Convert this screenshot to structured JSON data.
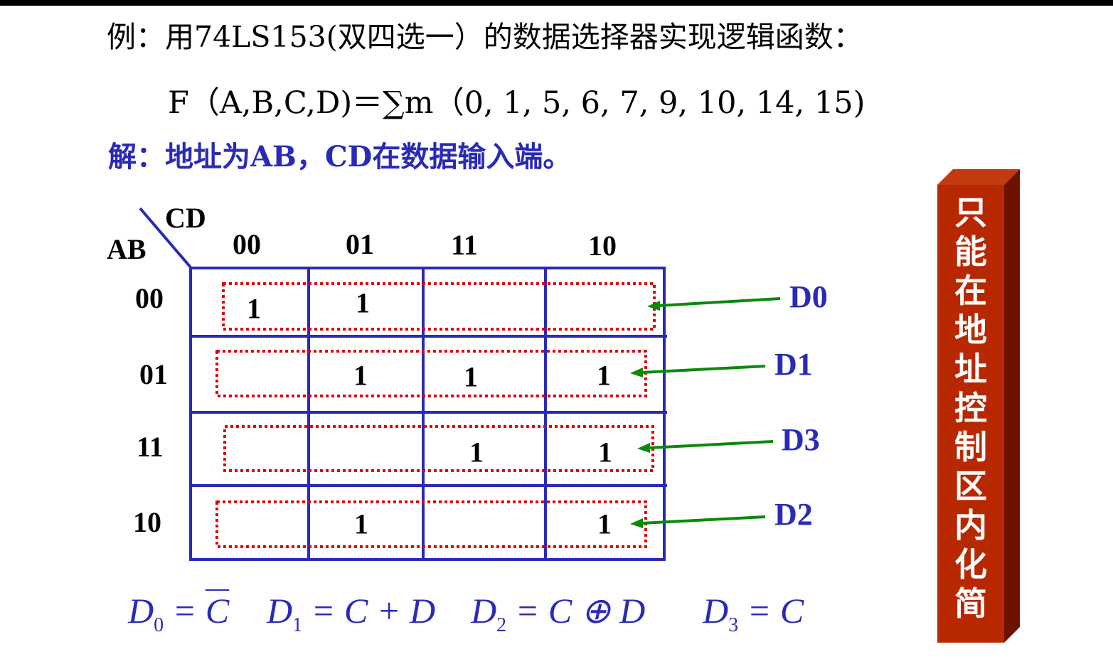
{
  "title": "例：用74LS153(双四选一）的数据选择器实现逻辑函数：",
  "formula": "F（A,B,C,D)＝∑m（0, 1, 5, 6, 7, 9, 10, 14, 15)",
  "solution": "解：地址为AB，CD在数据输入端。",
  "kmap": {
    "row_var": "AB",
    "col_var": "CD",
    "col_labels": [
      "00",
      "01",
      "11",
      "10"
    ],
    "row_labels": [
      "00",
      "01",
      "11",
      "10"
    ],
    "cells": [
      [
        "1",
        "1",
        "",
        ""
      ],
      [
        "",
        "1",
        "1",
        "1"
      ],
      [
        "",
        "",
        "1",
        "1"
      ],
      [
        "",
        "1",
        "",
        "1"
      ]
    ],
    "group_labels": [
      "D0",
      "D1",
      "D3",
      "D2"
    ]
  },
  "equations": [
    {
      "lhs": "D",
      "sub": "0",
      "rhs": "C",
      "rhs_overline": true
    },
    {
      "lhs": "D",
      "sub": "1",
      "rhs": "C + D",
      "rhs_overline": false
    },
    {
      "lhs": "D",
      "sub": "2",
      "rhs": "C ⊕ D",
      "rhs_overline": false
    },
    {
      "lhs": "D",
      "sub": "3",
      "rhs": "C",
      "rhs_overline": false
    }
  ],
  "banner_text": [
    "只",
    "能",
    "在",
    "地",
    "址",
    "控",
    "制",
    "区",
    "内",
    "化",
    "简"
  ],
  "colors": {
    "grid": "#2a2ab8",
    "dotted_box": "#e00000",
    "arrow": "#0a8a0a",
    "group_label": "#2a2ab8",
    "solution_text": "#2a2ab8",
    "banner": "#b82800"
  }
}
